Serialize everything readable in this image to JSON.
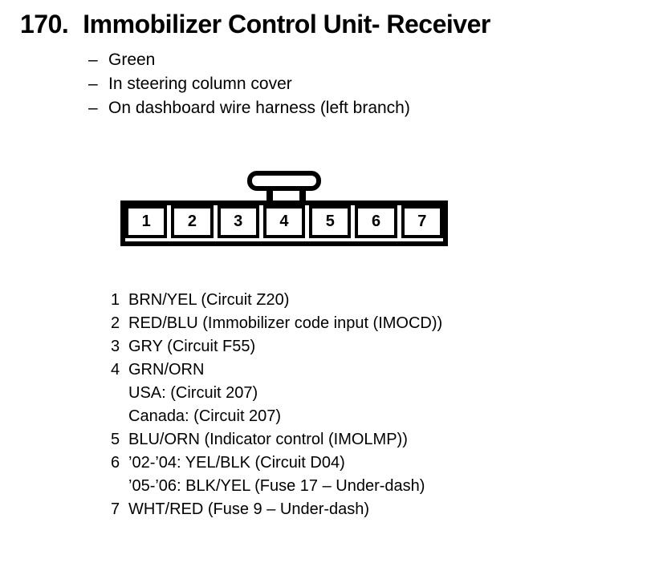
{
  "page": {
    "background": "#ffffff",
    "ink": "#000000"
  },
  "header": {
    "item_number": "170.",
    "title": "Immobilizer Control Unit- Receiver"
  },
  "notes": {
    "bullet": "–",
    "items": [
      "Green",
      "In steering column cover",
      "On dashboard wire harness (left branch)"
    ]
  },
  "connector": {
    "pins": [
      "1",
      "2",
      "3",
      "4",
      "5",
      "6",
      "7"
    ]
  },
  "pinout": {
    "lines": [
      {
        "pin": "1",
        "text": "BRN/YEL (Circuit Z20)"
      },
      {
        "pin": "2",
        "text": "RED/BLU (Immobilizer code input (IMOCD))"
      },
      {
        "pin": "3",
        "text": "GRY (Circuit F55)"
      },
      {
        "pin": "4",
        "text": "GRN/ORN"
      },
      {
        "pin": "",
        "text": "USA: (Circuit 207)"
      },
      {
        "pin": "",
        "text": "Canada: (Circuit 207)"
      },
      {
        "pin": "5",
        "text": "BLU/ORN (Indicator control (IMOLMP))"
      },
      {
        "pin": "6",
        "text": "’02-’04: YEL/BLK (Circuit D04)"
      },
      {
        "pin": "",
        "text": "’05-’06: BLK/YEL (Fuse 17 – Under-dash)"
      },
      {
        "pin": "7",
        "text": "WHT/RED (Fuse 9 – Under-dash)"
      }
    ]
  }
}
